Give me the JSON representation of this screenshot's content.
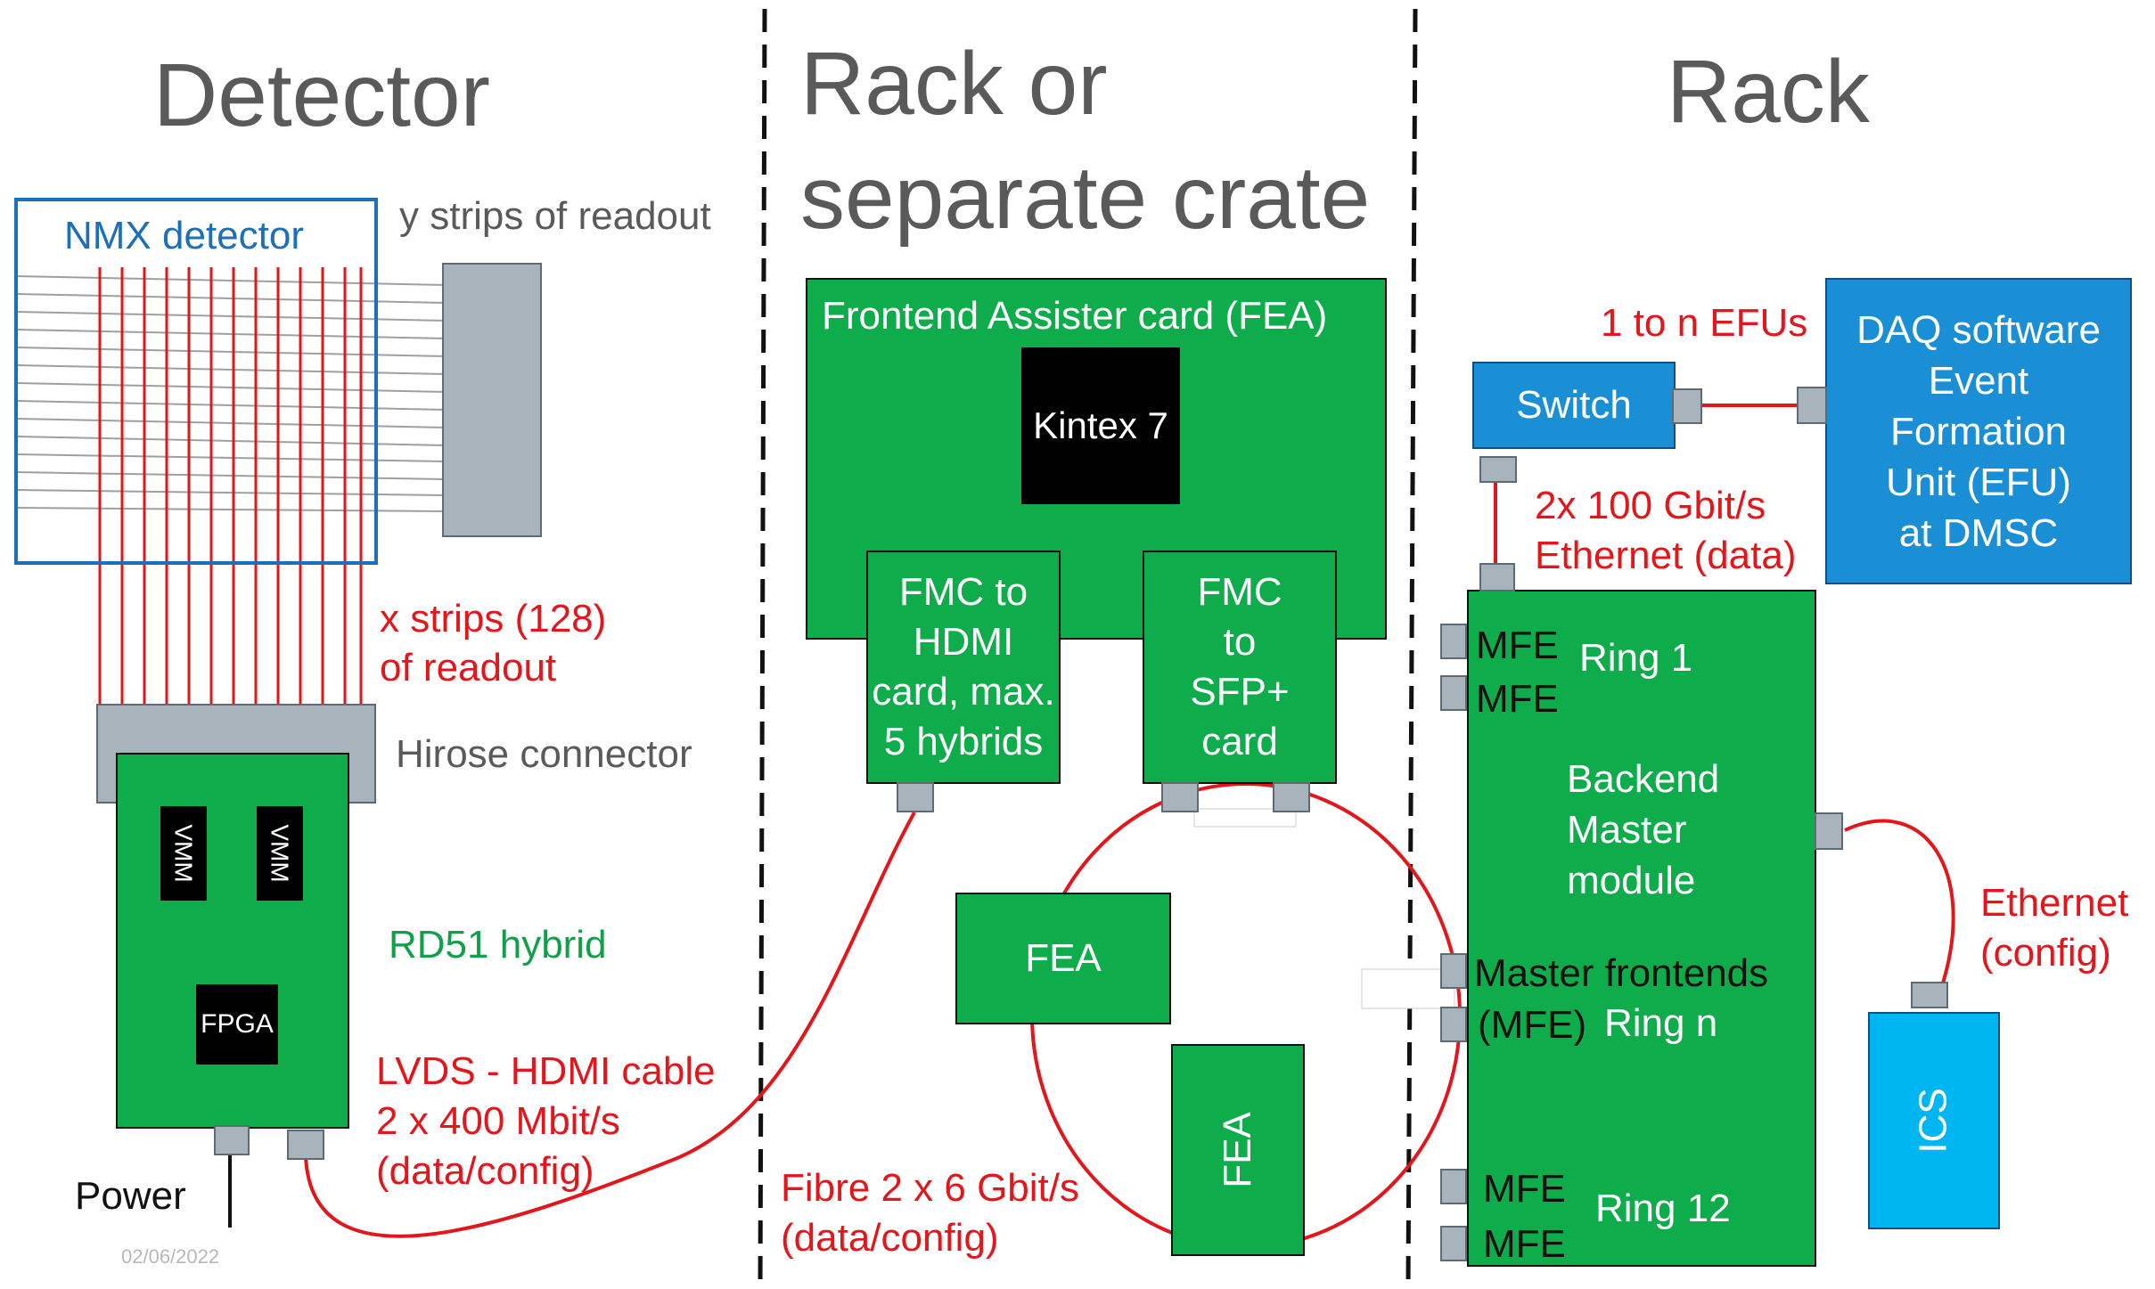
{
  "sections": {
    "detector": "Detector",
    "rack_or_crate_line1": "Rack or",
    "rack_or_crate_line2": "separate crate",
    "rack": "Rack"
  },
  "detector": {
    "nmx_title": "NMX detector",
    "y_strips_label": "y strips of readout",
    "x_strips_line1": "x strips (128)",
    "x_strips_line2": "of readout",
    "hirose_label": "Hirose connector",
    "hybrid_label": "RD51 hybrid",
    "vmm1": "VMM",
    "vmm2": "VMM",
    "fpga": "FPGA",
    "lvds_line1": "LVDS - HDMI cable",
    "lvds_line2": "2 x 400 Mbit/s",
    "lvds_line3": "(data/config)",
    "power": "Power",
    "date": "02/06/2022"
  },
  "crate": {
    "fea_card_title": "Frontend Assister card (FEA)",
    "kintex": "Kintex 7",
    "fmc_hdmi_line1": "FMC to",
    "fmc_hdmi_line2": "HDMI",
    "fmc_hdmi_line3": "card, max.",
    "fmc_hdmi_line4": "5 hybrids",
    "fmc_sfp_line1": "FMC",
    "fmc_sfp_line2": "to",
    "fmc_sfp_line3": "SFP+",
    "fmc_sfp_line4": "card",
    "fea_a": "FEA",
    "fea_b": "FEA",
    "fibre_line1": "Fibre 2 x 6 Gbit/s",
    "fibre_line2": "(data/config)"
  },
  "rack": {
    "efus_label": "1 to n EFUs",
    "switch": "Switch",
    "daq_line1": "DAQ software",
    "daq_line2": "Event",
    "daq_line3": "Formation",
    "daq_line4": "Unit (EFU)",
    "daq_line5": "at DMSC",
    "eth_data_line1": "2x 100 Gbit/s",
    "eth_data_line2": "Ethernet (data)",
    "mfe1": "MFE",
    "mfe2": "MFE",
    "ring1": "Ring 1",
    "backend_line1": "Backend",
    "backend_line2": "Master",
    "backend_line3": "module",
    "master_fe_line1": "Master frontends",
    "master_fe_line2": "(MFE)",
    "ringn": "Ring n",
    "mfe3": "MFE",
    "mfe4": "MFE",
    "ring12": "Ring 12",
    "eth_config_line1": "Ethernet",
    "eth_config_line2": "(config)",
    "ics": "ICS"
  },
  "colors": {
    "board_green": "#0fac4b",
    "link_red": "#e3161b",
    "detector_blue": "#1d6fb8",
    "daq_blue": "#1b8fd6",
    "ics_cyan": "#00b6f0",
    "connector_grey": "#a8b3bb"
  }
}
